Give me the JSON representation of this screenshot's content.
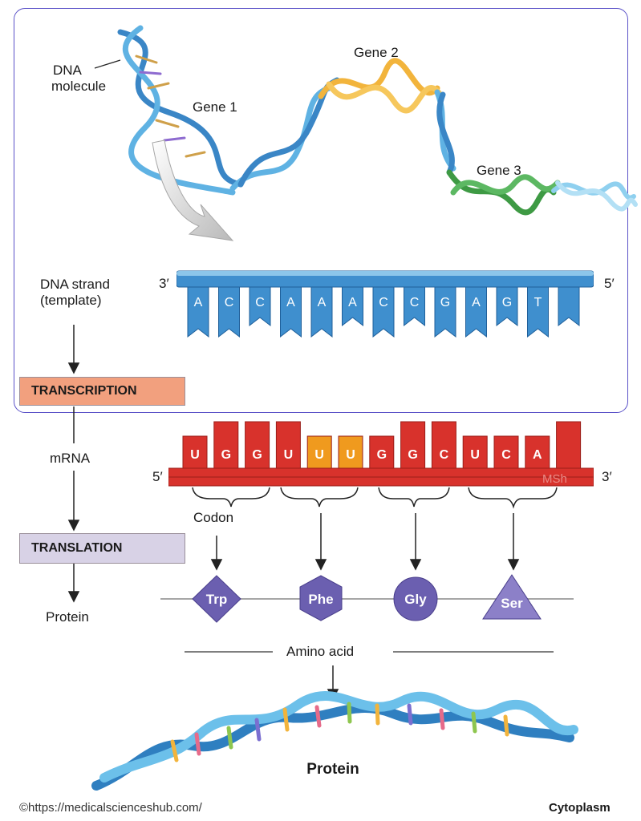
{
  "labels": {
    "dna_molecule": [
      "DNA",
      "molecule"
    ],
    "gene1": "Gene 1",
    "gene2": "Gene 2",
    "gene3": "Gene 3",
    "dna_strand": [
      "DNA strand",
      "(template)"
    ],
    "transcription": "TRANSCRIPTION",
    "mrna": "mRNA",
    "translation": "TRANSLATION",
    "protein_left": "Protein",
    "codon": "Codon",
    "amino_acid": "Amino acid",
    "protein_bottom": "Protein",
    "cytoplasm": "Cytoplasm",
    "copyright": "©https://medicalscienceshub.com/",
    "watermark": "MSh"
  },
  "dna_template": {
    "end_left": "3′",
    "end_right": "5′",
    "bases": [
      "A",
      "C",
      "C",
      "A",
      "A",
      "A",
      "C",
      "C",
      "G",
      "A",
      "G",
      "T",
      ""
    ]
  },
  "mrna": {
    "end_left": "5′",
    "end_right": "3′",
    "bases": [
      "U",
      "G",
      "G",
      "U",
      "U",
      "U",
      "G",
      "G",
      "C",
      "U",
      "C",
      "A",
      ""
    ]
  },
  "amino_acids": [
    {
      "name": "Trp",
      "shape": "diamond"
    },
    {
      "name": "Phe",
      "shape": "hexagon"
    },
    {
      "name": "Gly",
      "shape": "circle"
    },
    {
      "name": "Ser",
      "shape": "triangle"
    }
  ],
  "colors": {
    "frame": "#5b52c8",
    "transcription_fill": "#f2a07e",
    "translation_fill": "#d8d2e6",
    "dna_blue": "#3f8fce",
    "mrna_red": "#d8322c",
    "mrna_orange": "#f09a1e",
    "amino_purple": "#6b5fb0",
    "gene2": "#f2b43c",
    "gene3": "#3e9a44"
  }
}
